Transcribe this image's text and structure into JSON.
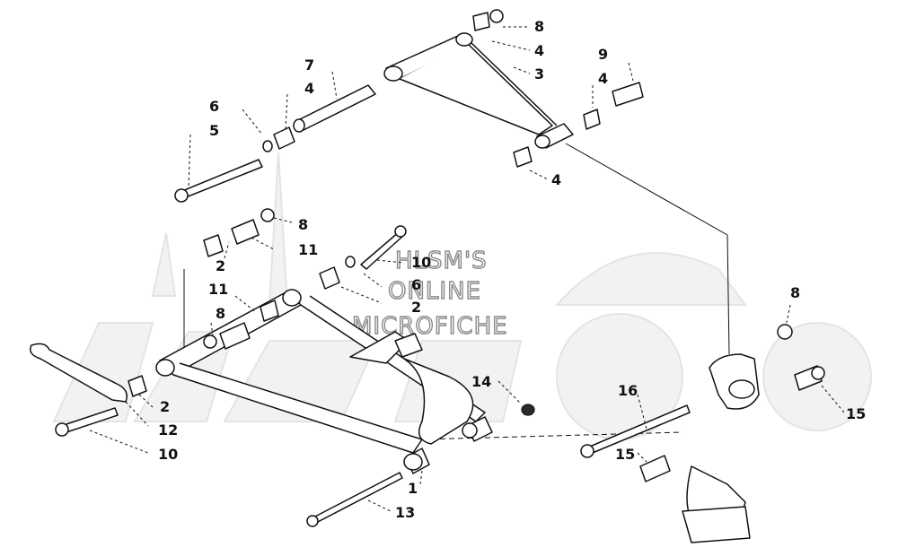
{
  "watermark": {
    "line1": "HLSM'S",
    "line2": "ONLINE",
    "line3": "MICROFICHE"
  },
  "callouts": {
    "c_8_top": "8",
    "c_4_top": "4",
    "c_3": "3",
    "c_9": "9",
    "c_4_right": "4",
    "c_7": "7",
    "c_4_mid": "4",
    "c_6_top": "6",
    "c_5": "5",
    "c_4_bottom": "4",
    "c_8_mid": "8",
    "c_11_upper": "11",
    "c_10_upper": "10",
    "c_6_mid": "6",
    "c_2_upper": "2",
    "c_2_right": "2",
    "c_11_lower": "11",
    "c_8_lower": "8",
    "c_2_lower": "2",
    "c_12": "12",
    "c_10_lower": "10",
    "c_14": "14",
    "c_16": "16",
    "c_15_lower": "15",
    "c_1": "1",
    "c_13": "13",
    "c_8_right": "8",
    "c_15_right": "15"
  }
}
